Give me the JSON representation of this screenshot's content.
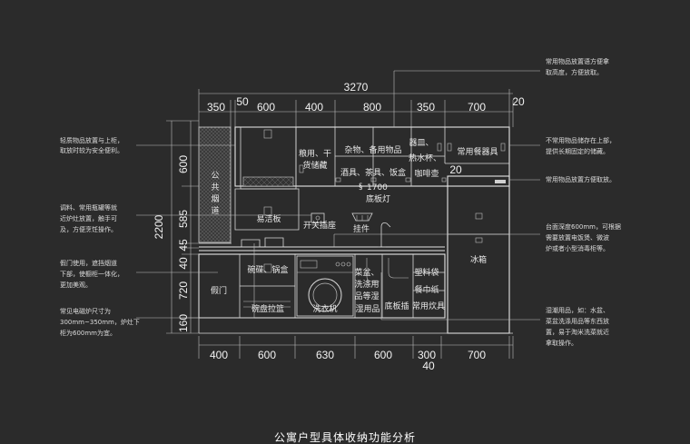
{
  "caption": "公寓户型具体收纳功能分析",
  "dims_top": {
    "total": "3270",
    "segments": [
      "350",
      "50",
      "600",
      "400",
      "800",
      "350",
      "700",
      "20"
    ]
  },
  "dims_bottom": {
    "segments": [
      "400",
      "600",
      "630",
      "600",
      "300",
      "700",
      "40"
    ]
  },
  "dims_left": {
    "total": "2200",
    "segments": [
      "600",
      "585",
      "45",
      "40",
      "720",
      "160"
    ]
  },
  "cabinet_labels": {
    "public_flue": "公共烟道",
    "grain": "粮用，干货储藏",
    "misc": "杂物、备用物品",
    "utensils": "酒具、茶具、饭盒",
    "appliances": "器皿、热水杯、咖啡壶",
    "tableware": "常用餐器具",
    "hood": "易洁板",
    "height_mark": "1700",
    "under_light": "底板灯",
    "switch_socket": "开关插座",
    "hook": "挂件",
    "dim_20": "20",
    "fridge": "冰箱",
    "fake_door": "假门",
    "bowls": "碗碟、锅盒",
    "dish_basket": "碗盘拉篮",
    "washer": "洗衣机",
    "detergent": "菜盆、洗涤用品等",
    "damp": "湿用品",
    "plinth": "底板插",
    "plastic_bag": "塑料袋",
    "towel": "餐巾纸",
    "common_cook": "常用炊具"
  },
  "notes_left": [
    "轻质物品放置与上柜，取放时较为安全便利。",
    "调料、常用瓶罐等就近炉灶放置，触手可及，方便烹饪操作。",
    "假门使用，遮挡烟道下部，使橱柜一体化，更加美观。",
    "常见电磁炉尺寸为300mm~350mm，炉灶下柜为600mm为宜。"
  ],
  "notes_right": [
    "常用物品放置语方便拿取高度，方便放取。",
    "不常用物品储存在上部，提供长期固定的储藏。",
    "常用物品放置方便取放。",
    "台面深度600mm，可根据需要放置电饭煲、微波炉或者小型消毒柜等。",
    "湿潮用品，如：水盆、菜盆洗涤用品等东西放置，易于淘米洗菜就近拿取操作。"
  ]
}
